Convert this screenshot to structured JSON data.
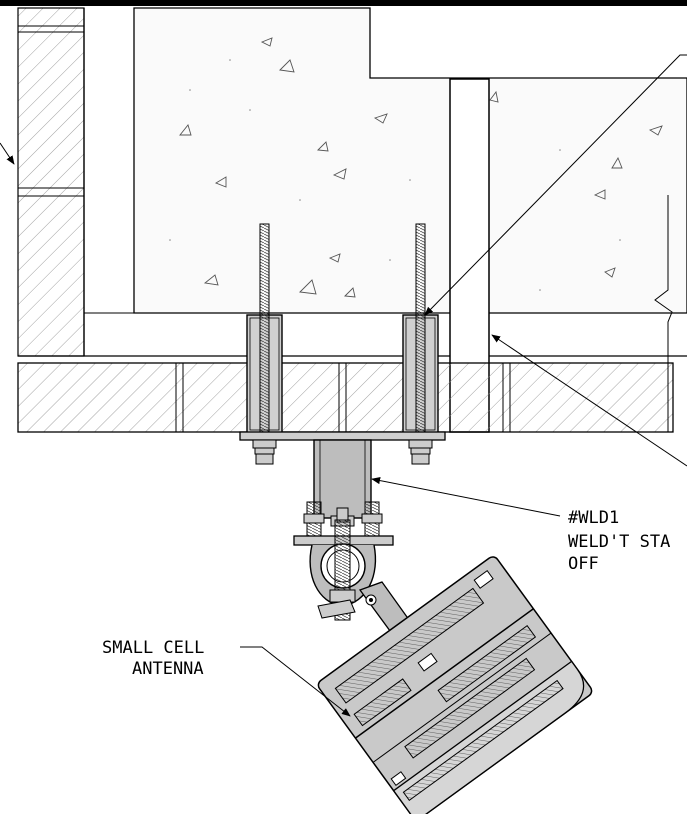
{
  "labels": {
    "small_cell_line1": "SMALL CELL",
    "small_cell_line2": "ANTENNA",
    "wld_line1": "#WLD1",
    "wld_line2": "WELD'T STA",
    "wld_line3": "OFF"
  },
  "colors": {
    "line": "#000000",
    "fill_gray": "#bdbdbd",
    "fill_light": "#d9d9d9",
    "hatch": "#777777",
    "background": "#ffffff"
  }
}
